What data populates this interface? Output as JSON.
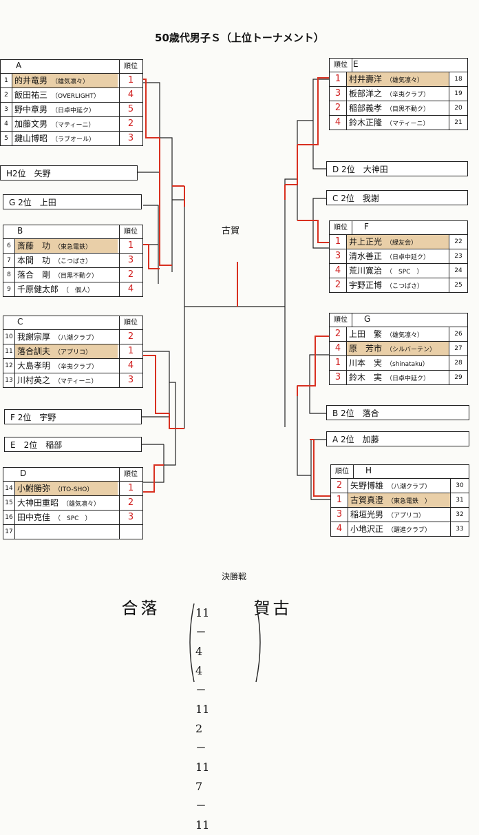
{
  "title": "50歳代男子Ｓ（上位トーナメント）",
  "rank_header": "順位",
  "groups": {
    "A": {
      "letter": "A",
      "rows": [
        {
          "no": "1",
          "name": "的井竜男",
          "club": "（雄気凛々）",
          "rank": "1",
          "hl": true
        },
        {
          "no": "2",
          "name": "飯田祐三",
          "club": "（OVERLIGHT）",
          "rank": "4",
          "hl": false
        },
        {
          "no": "3",
          "name": "野中章男",
          "club": "（日卓中延ク）",
          "rank": "5",
          "hl": false
        },
        {
          "no": "4",
          "name": "加藤文男",
          "club": "（マティーニ）",
          "rank": "2",
          "hl": false
        },
        {
          "no": "5",
          "name": "鍵山博昭",
          "club": "（ラブオール）",
          "rank": "3",
          "hl": false
        }
      ]
    },
    "B": {
      "letter": "B",
      "rows": [
        {
          "no": "6",
          "name": "斎藤　功",
          "club": "（東急電鉄）",
          "rank": "1",
          "hl": true
        },
        {
          "no": "7",
          "name": "本間　功",
          "club": "（こつばさ）",
          "rank": "3",
          "hl": false
        },
        {
          "no": "8",
          "name": "落合　剛",
          "club": "（目黒不動ク）",
          "rank": "2",
          "hl": false
        },
        {
          "no": "9",
          "name": "千原健太郎",
          "club": "（　個人）",
          "rank": "4",
          "hl": false
        }
      ]
    },
    "C": {
      "letter": "C",
      "rows": [
        {
          "no": "10",
          "name": "我謝宗厚",
          "club": "（八潮クラブ）",
          "rank": "2",
          "hl": false
        },
        {
          "no": "11",
          "name": "落合訓夫",
          "club": "（アプリコ）",
          "rank": "1",
          "hl": true
        },
        {
          "no": "12",
          "name": "大島孝明",
          "club": "（辛夷クラブ）",
          "rank": "4",
          "hl": false
        },
        {
          "no": "13",
          "name": "川村英之",
          "club": "（マティーニ）",
          "rank": "3",
          "hl": false
        }
      ]
    },
    "D": {
      "letter": "D",
      "rows": [
        {
          "no": "14",
          "name": "小鮒勝弥",
          "club": "（ITO-SHO）",
          "rank": "1",
          "hl": true
        },
        {
          "no": "15",
          "name": "大神田重昭",
          "club": "（雄気凛々）",
          "rank": "2",
          "hl": false
        },
        {
          "no": "16",
          "name": "田中克佳",
          "club": "（　SPC　）",
          "rank": "3",
          "hl": false
        },
        {
          "no": "17",
          "name": "",
          "club": "",
          "rank": "",
          "hl": false
        }
      ]
    },
    "E": {
      "letter": "E",
      "rows": [
        {
          "no": "18",
          "name": "村井壽洋",
          "club": "（雄気凛々）",
          "rank": "1",
          "hl": true
        },
        {
          "no": "19",
          "name": "板部洋之",
          "club": "（辛夷クラブ）",
          "rank": "3",
          "hl": false
        },
        {
          "no": "20",
          "name": "稲部義孝",
          "club": "（目黒不動ク）",
          "rank": "2",
          "hl": false
        },
        {
          "no": "21",
          "name": "鈴木正隆",
          "club": "（マティーニ）",
          "rank": "4",
          "hl": false
        }
      ]
    },
    "F": {
      "letter": "F",
      "rows": [
        {
          "no": "22",
          "name": "井上正光",
          "club": "（緑友会）",
          "rank": "1",
          "hl": true
        },
        {
          "no": "23",
          "name": "清水善正",
          "club": "（日卓中延ク）",
          "rank": "3",
          "hl": false
        },
        {
          "no": "24",
          "name": "荒川寛治",
          "club": "（　SPC　）",
          "rank": "4",
          "hl": false
        },
        {
          "no": "25",
          "name": "宇野正博",
          "club": "（こつばさ）",
          "rank": "2",
          "hl": false
        }
      ]
    },
    "G": {
      "letter": "G",
      "rows": [
        {
          "no": "26",
          "name": "上田　繁",
          "club": "（雄気凛々）",
          "rank": "2",
          "hl": false
        },
        {
          "no": "27",
          "name": "原　芳市",
          "club": "（シルバーテン）",
          "rank": "4",
          "hl": true
        },
        {
          "no": "28",
          "name": "川本　実",
          "club": "（shinataku）",
          "rank": "1",
          "hl": false
        },
        {
          "no": "29",
          "name": "鈴木　実",
          "club": "（日卓中延ク）",
          "rank": "3",
          "hl": false
        }
      ]
    },
    "H": {
      "letter": "H",
      "rows": [
        {
          "no": "30",
          "name": "矢野博雄",
          "club": "（八潮クラブ）",
          "rank": "2",
          "hl": false
        },
        {
          "no": "31",
          "name": "古賀真澄",
          "club": "（東急電鉄　）",
          "rank": "1",
          "hl": true
        },
        {
          "no": "32",
          "name": "稲垣光男",
          "club": "（アプリコ）",
          "rank": "3",
          "hl": false
        },
        {
          "no": "33",
          "name": "小地沢正",
          "club": "（躍進クラブ）",
          "rank": "4",
          "hl": false
        }
      ]
    }
  },
  "singles": {
    "h2": "H2位　矢野",
    "g2": "G 2位　上田",
    "f2": "F 2位　宇野",
    "e2": "E　2位　稲部",
    "d2": "D 2位　大神田",
    "c2": "C 2位　我謝",
    "b2": "B 2位　落合",
    "a2": "A 2位　加藤"
  },
  "champion_label": "古賀",
  "final_label": "決勝戦",
  "final": {
    "left_player": "落合",
    "right_player": "古賀",
    "scores": [
      "11－4",
      "4－11",
      "2－11",
      "7－11"
    ]
  },
  "colors": {
    "winner_line": "#d83020",
    "rank": "#d02020",
    "highlight": "#e9cfa8"
  }
}
